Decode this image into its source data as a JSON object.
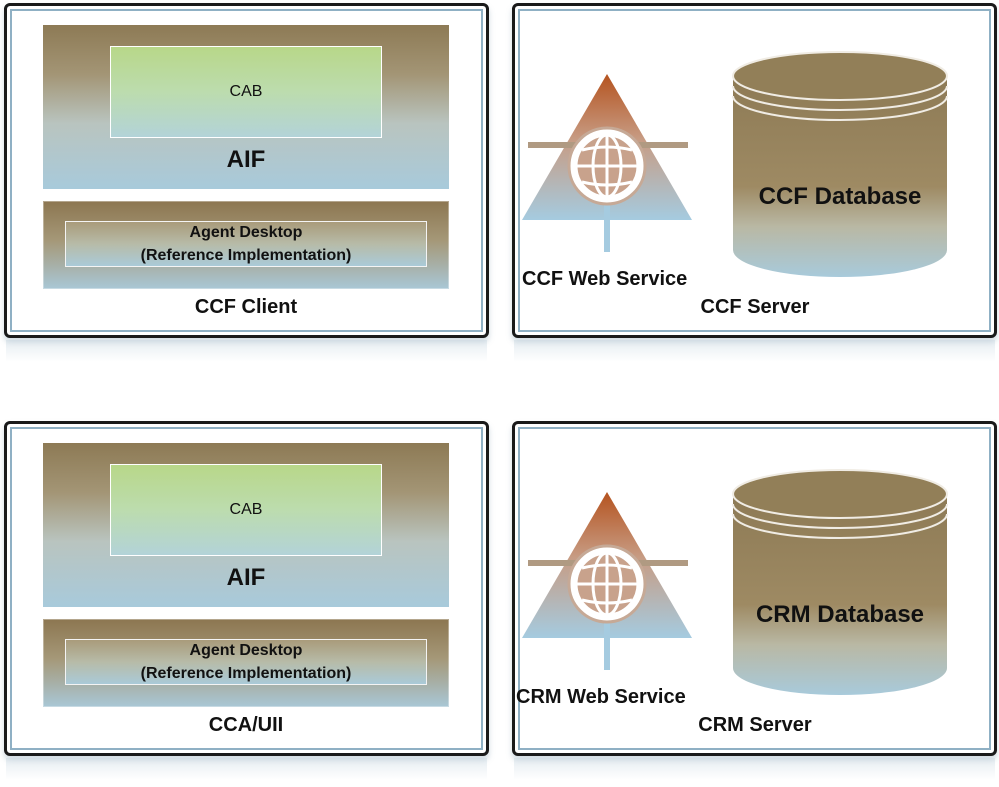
{
  "top_left": {
    "cab_label": "CAB",
    "aif_label": "AIF",
    "agent_line1": "Agent Desktop",
    "agent_line2": "(Reference Implementation)",
    "title": "CCF Client"
  },
  "top_right": {
    "web_service_label": "CCF Web Service",
    "database_label": "CCF Database",
    "title": "CCF Server"
  },
  "bottom_left": {
    "cab_label": "CAB",
    "aif_label": "AIF",
    "agent_line1": "Agent Desktop",
    "agent_line2": "(Reference Implementation)",
    "title": "CCA/UII"
  },
  "bottom_right": {
    "web_service_label": "CRM Web Service",
    "database_label": "CRM Database",
    "title": "CRM Server"
  },
  "icons": {
    "web_service": "globe-triangle-icon",
    "database": "cylinder-database-icon"
  },
  "colors": {
    "brown": "#8d7a55",
    "light_blue": "#a8cadb",
    "green": "#b8d789",
    "orange": "#b5531f"
  }
}
